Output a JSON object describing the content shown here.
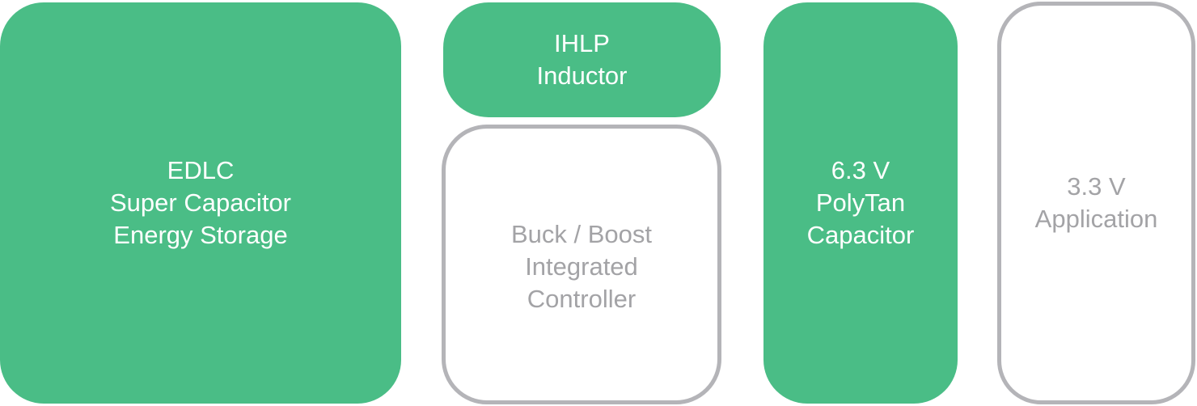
{
  "colors": {
    "filled_block": "#4abd86",
    "outline_border": "#b4b4b8",
    "outline_text": "#a3a3a6",
    "filled_text": "#ffffff"
  },
  "blocks": {
    "edlc": {
      "lines": [
        "EDLC",
        "Super Capacitor",
        "Energy Storage"
      ]
    },
    "ihlp": {
      "lines": [
        "IHLP",
        "Inductor"
      ]
    },
    "buck": {
      "lines": [
        "Buck / Boost",
        "Integrated",
        "Controller"
      ]
    },
    "polytan": {
      "lines": [
        "6.3 V",
        "PolyTan",
        "Capacitor"
      ]
    },
    "application": {
      "lines": [
        "3.3 V",
        "Application"
      ]
    }
  }
}
